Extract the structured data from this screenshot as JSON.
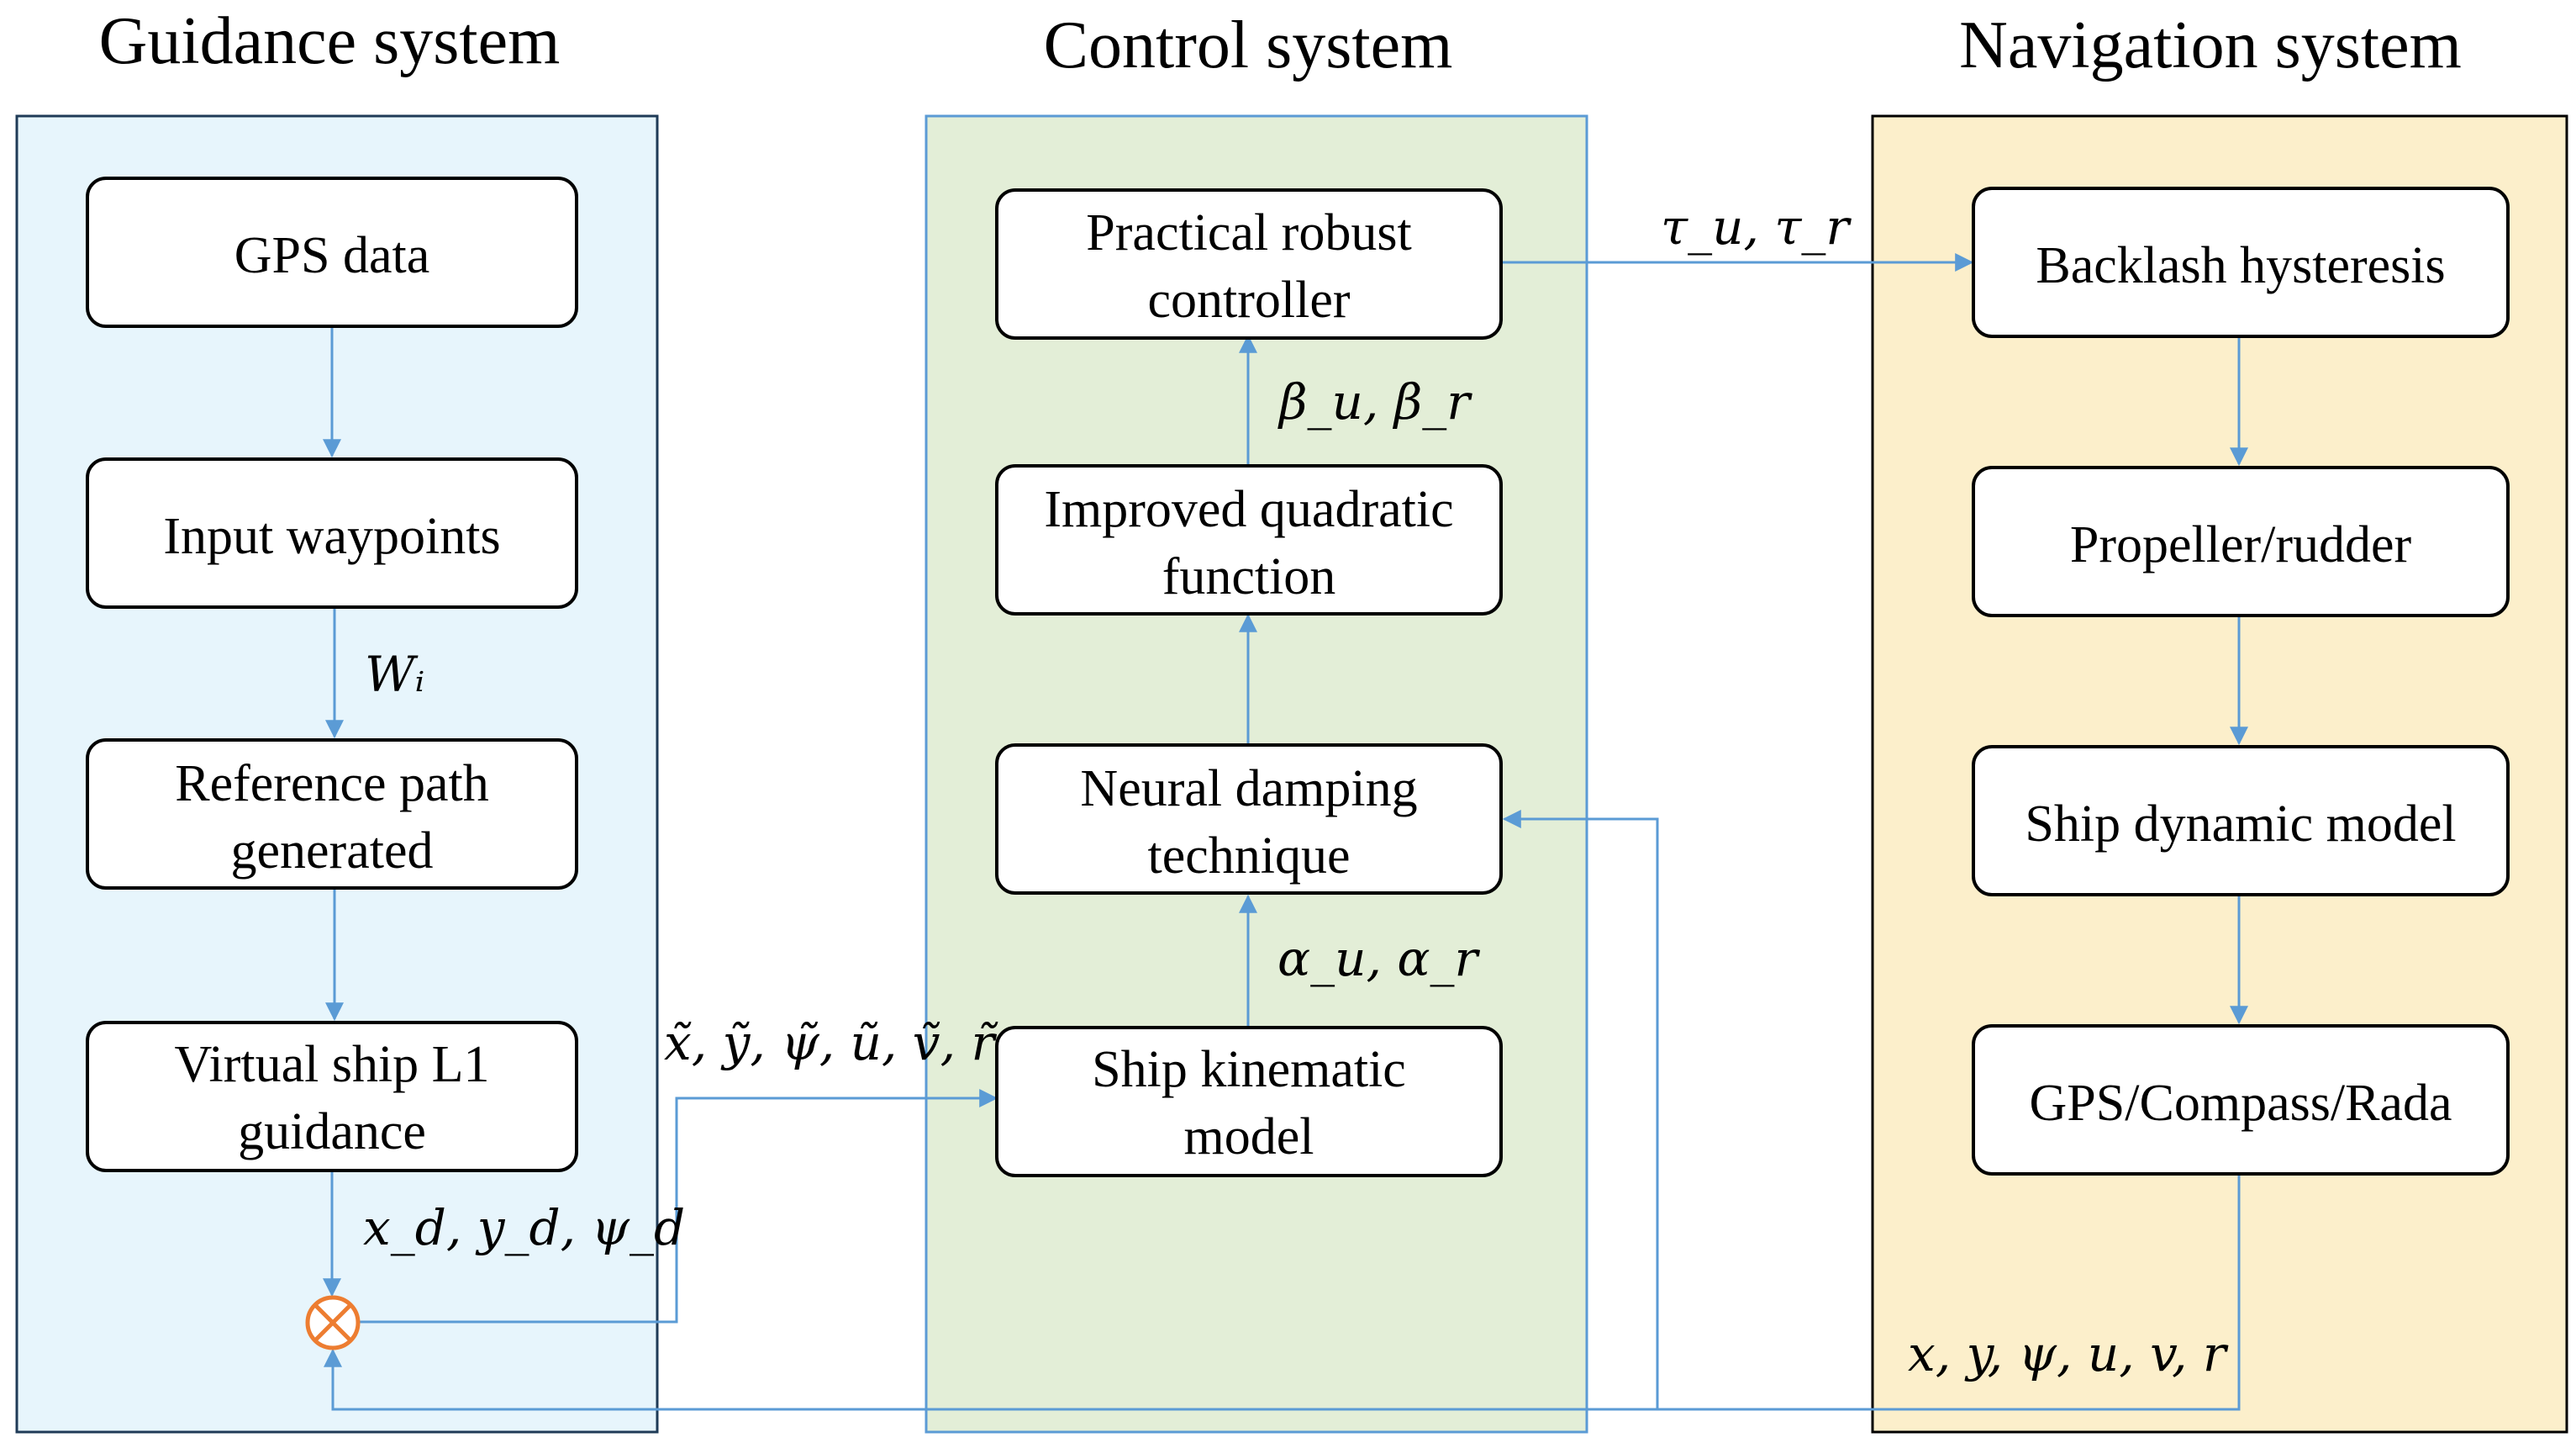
{
  "panels": {
    "guidance": {
      "title": "Guidance system",
      "bg": "#e7f5fc",
      "border": "#1f3b57"
    },
    "control": {
      "title": "Control system",
      "bg": "#e3eed7",
      "border": "#5b9bd5"
    },
    "navigation": {
      "title": "Navigation system",
      "bg": "#fcefcb",
      "border": "#000000"
    }
  },
  "boxes": {
    "gps_data": [
      "GPS data"
    ],
    "input_waypoints": [
      "Input waypoints"
    ],
    "reference_path": [
      "Reference path",
      "generated"
    ],
    "virtual_ship": [
      "Virtual ship L1",
      "guidance"
    ],
    "practical_robust": [
      "Practical robust",
      "controller"
    ],
    "improved_quadratic": [
      "Improved quadratic",
      "function"
    ],
    "neural_damping": [
      "Neural damping",
      "technique"
    ],
    "ship_kinematic": [
      "Ship kinematic",
      "model"
    ],
    "backlash": [
      "Backlash hysteresis"
    ],
    "propeller": [
      "Propeller/rudder"
    ],
    "ship_dynamic": [
      "Ship dynamic model"
    ],
    "gps_compass": [
      "GPS/Compass/Rada"
    ]
  },
  "labels": {
    "w_i": "Wᵢ",
    "desired": "x_d, y_d, ψ_d",
    "errors": "x̃, ỹ, ψ̃, ũ, ṽ, r̃",
    "alpha": "α_u, α_r",
    "beta": "β_u, β_r",
    "tau": "τ_u, τ_r",
    "states": "x, y, ψ, u, v, r"
  },
  "colors": {
    "arrow": "#5b9bd5",
    "summing_junction": "#ed7d31"
  }
}
